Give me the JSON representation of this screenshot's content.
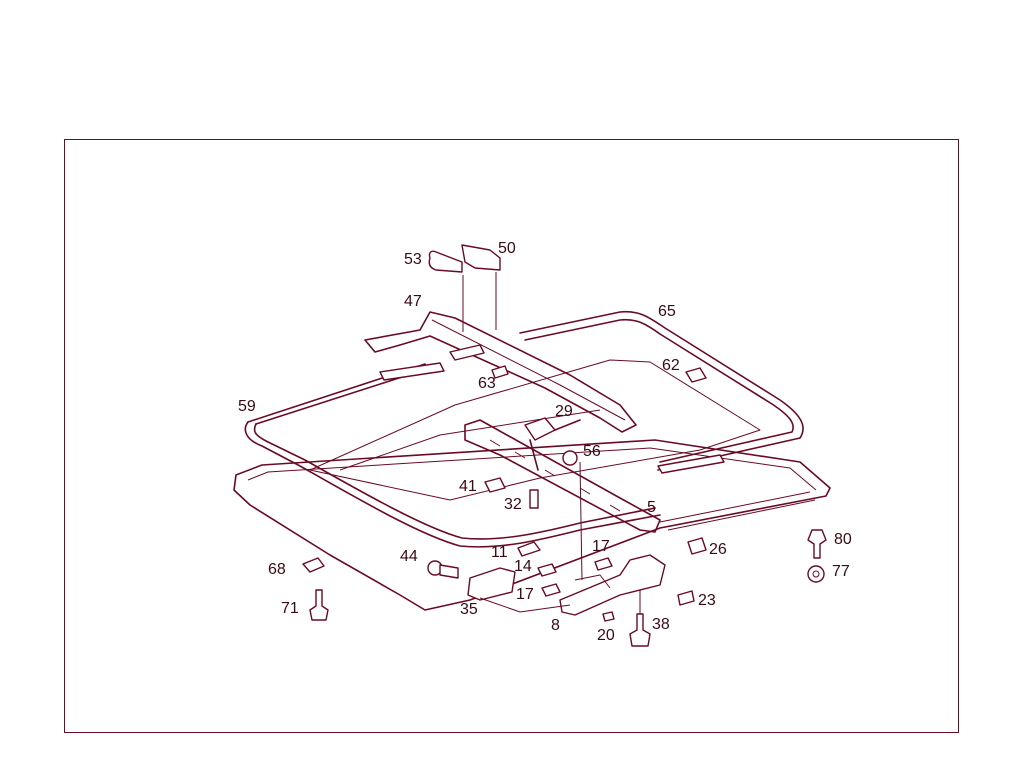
{
  "diagram": {
    "part_numbers": {
      "p53": "53",
      "p50": "50",
      "p47": "47",
      "p65": "65",
      "p62": "62",
      "p63": "63",
      "p59": "59",
      "p29": "29",
      "p56": "56",
      "p41": "41",
      "p32": "32",
      "p5": "5",
      "p11": "11",
      "p17a": "17",
      "p26": "26",
      "p80": "80",
      "p44": "44",
      "p14": "14",
      "p68": "68",
      "p77": "77",
      "p17b": "17",
      "p23": "23",
      "p71": "71",
      "p35": "35",
      "p38": "38",
      "p8": "8",
      "p20": "20"
    },
    "line_color": "#6a0a24"
  }
}
